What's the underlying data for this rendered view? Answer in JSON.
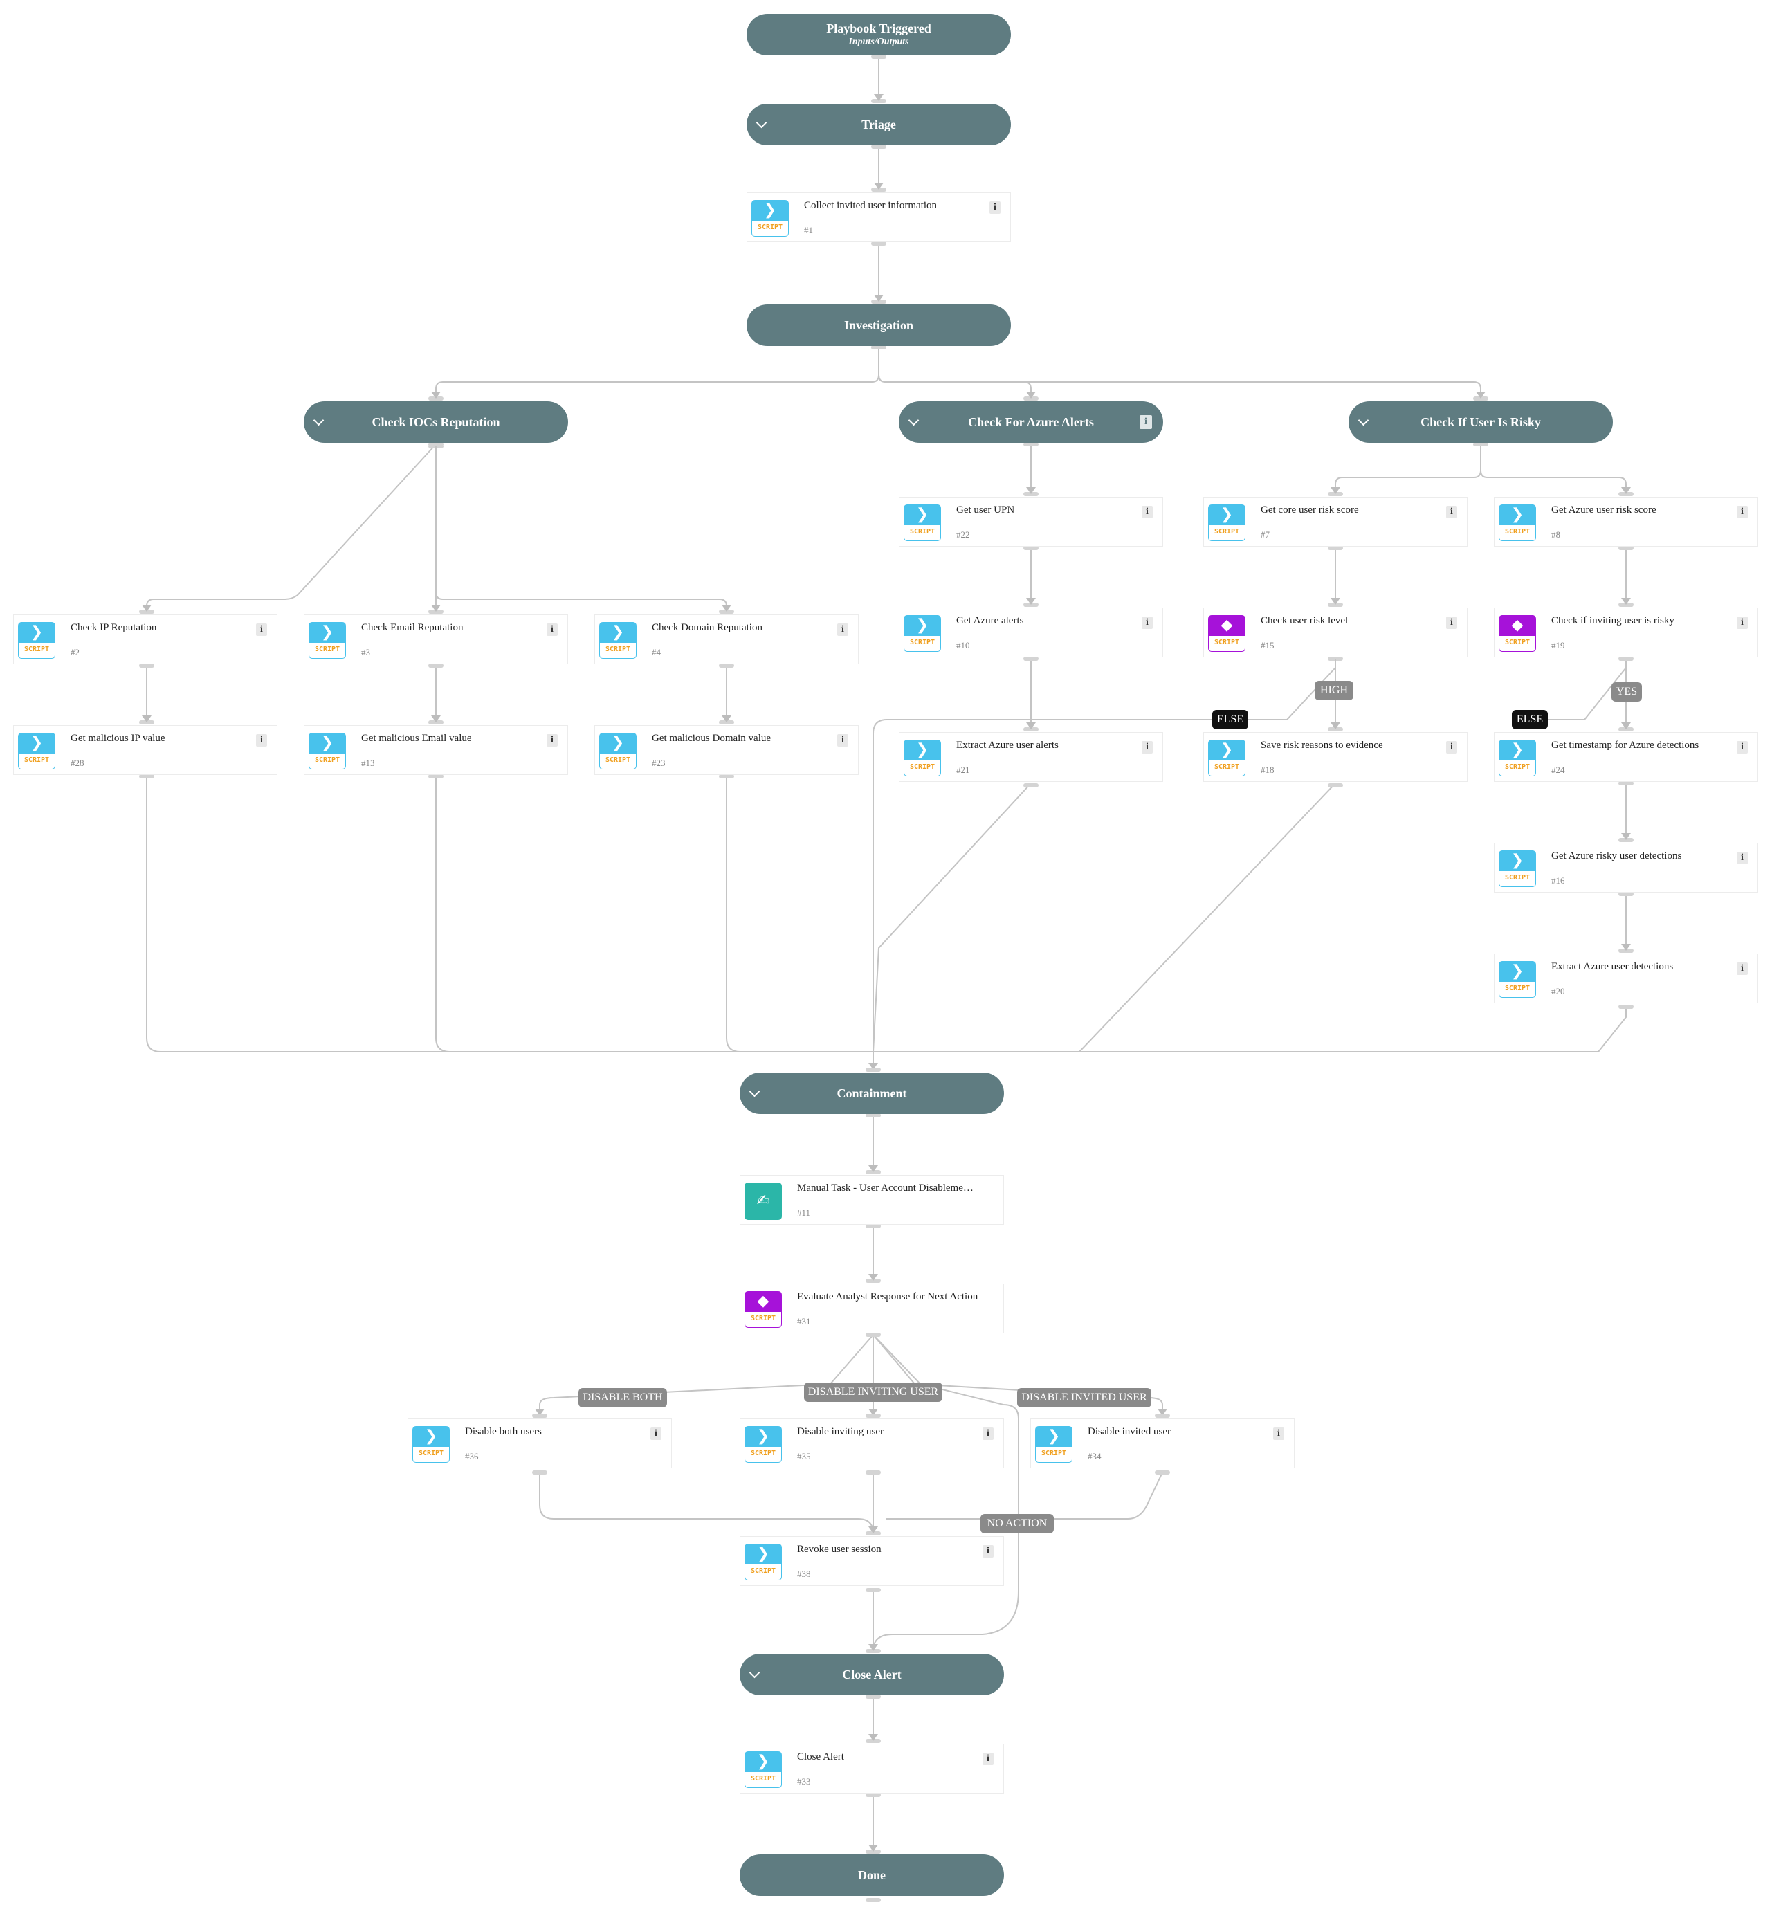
{
  "start": {
    "title": "Playbook Triggered",
    "subtitle": "Inputs/Outputs"
  },
  "sections": {
    "triage": "Triage",
    "investigation": "Investigation",
    "check_iocs": "Check IOCs Reputation",
    "check_azure_alerts": "Check For Azure Alerts",
    "check_user_risky": "Check If User Is Risky",
    "containment": "Containment",
    "close_alert": "Close Alert",
    "done": "Done"
  },
  "info_glyph": "i",
  "script_badge": "SCRIPT",
  "tasks": {
    "t1": {
      "title": "Collect invited user information",
      "num": "#1"
    },
    "t22": {
      "title": "Get user UPN",
      "num": "#22"
    },
    "t7": {
      "title": "Get core user risk score",
      "num": "#7"
    },
    "t8": {
      "title": "Get Azure user risk score",
      "num": "#8"
    },
    "t2": {
      "title": "Check IP Reputation",
      "num": "#2"
    },
    "t3": {
      "title": "Check Email Reputation",
      "num": "#3"
    },
    "t4": {
      "title": "Check Domain Reputation",
      "num": "#4"
    },
    "t10": {
      "title": "Get Azure alerts",
      "num": "#10"
    },
    "t15": {
      "title": "Check user risk level",
      "num": "#15"
    },
    "t19": {
      "title": "Check if inviting user is risky",
      "num": "#19"
    },
    "t28": {
      "title": "Get malicious IP value",
      "num": "#28"
    },
    "t13": {
      "title": "Get malicious Email value",
      "num": "#13"
    },
    "t23": {
      "title": "Get malicious Domain value",
      "num": "#23"
    },
    "t21": {
      "title": "Extract Azure user alerts",
      "num": "#21"
    },
    "t18": {
      "title": "Save risk reasons to evidence",
      "num": "#18"
    },
    "t24": {
      "title": "Get timestamp for Azure detections",
      "num": "#24"
    },
    "t16": {
      "title": "Get Azure risky user detections",
      "num": "#16"
    },
    "t20": {
      "title": "Extract Azure user detections",
      "num": "#20"
    },
    "t11": {
      "title": "Manual Task - User Account Disablement...",
      "num": "#11"
    },
    "t31": {
      "title": "Evaluate Analyst Response for Next Action",
      "num": "#31"
    },
    "t36": {
      "title": "Disable both users",
      "num": "#36"
    },
    "t35": {
      "title": "Disable inviting user",
      "num": "#35"
    },
    "t34": {
      "title": "Disable invited user",
      "num": "#34"
    },
    "t38": {
      "title": "Revoke user session",
      "num": "#38"
    },
    "t33": {
      "title": "Close Alert",
      "num": "#33"
    }
  },
  "labels": {
    "high": "HIGH",
    "else_1": "ELSE",
    "yes": "YES",
    "else_2": "ELSE",
    "disable_both": "DISABLE BOTH",
    "disable_inviting": "DISABLE INVITING USER",
    "disable_invited": "DISABLE INVITED USER",
    "no_action": "NO ACTION"
  },
  "colors": {
    "section_fill": "#5f7c81",
    "script_icon": "#48c2ec",
    "condition_icon": "#a612d9",
    "manual_icon": "#2bb6a8",
    "edge": "#c4c4c4",
    "condition_label": "#8a8a8a",
    "else_label": "#111111"
  }
}
